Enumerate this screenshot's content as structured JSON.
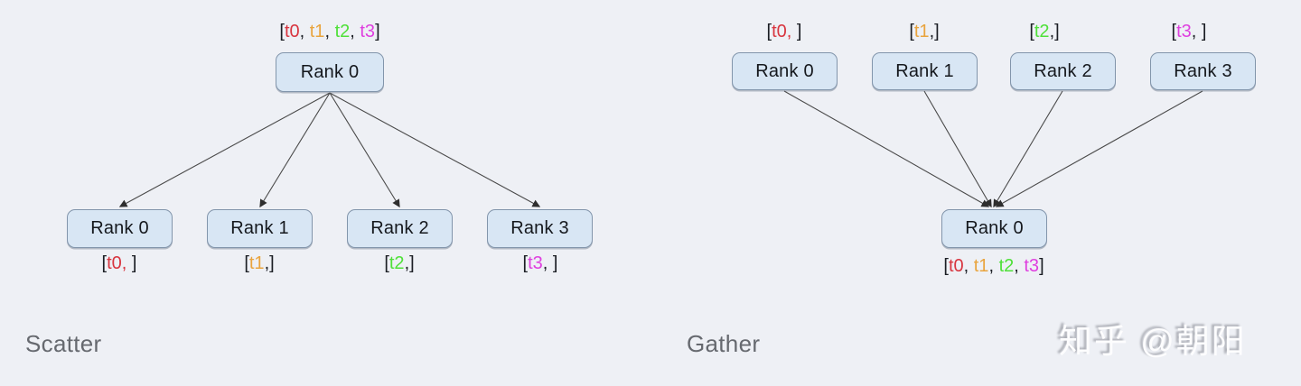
{
  "palette": {
    "t0": "#d8353f",
    "t1": "#e9a43e",
    "t2": "#4fe039",
    "t3": "#df3fdf",
    "bracket": "#1b1e24",
    "node_fill": "#d8e6f4",
    "node_border": "#8295ab",
    "background": "#eef0f5"
  },
  "scatter": {
    "caption": "Scatter",
    "source": {
      "label": "Rank 0",
      "tag": [
        {
          "text": "[",
          "color": "#1b1e24"
        },
        {
          "text": "t0",
          "color": "#d8353f"
        },
        {
          "text": ", ",
          "color": "#1b1e24"
        },
        {
          "text": "t1",
          "color": "#e9a43e"
        },
        {
          "text": ", ",
          "color": "#1b1e24"
        },
        {
          "text": "t2",
          "color": "#4fe039"
        },
        {
          "text": ", ",
          "color": "#1b1e24"
        },
        {
          "text": "t3",
          "color": "#df3fdf"
        },
        {
          "text": "]",
          "color": "#1b1e24"
        }
      ]
    },
    "targets": [
      {
        "label": "Rank 0",
        "tag": [
          {
            "text": "[",
            "color": "#1b1e24"
          },
          {
            "text": "t0,",
            "color": "#d8353f"
          },
          {
            "text": " ]",
            "color": "#1b1e24"
          }
        ]
      },
      {
        "label": "Rank 1",
        "tag": [
          {
            "text": "[",
            "color": "#1b1e24"
          },
          {
            "text": "t1",
            "color": "#e9a43e"
          },
          {
            "text": ",]",
            "color": "#1b1e24"
          }
        ]
      },
      {
        "label": "Rank 2",
        "tag": [
          {
            "text": "[",
            "color": "#1b1e24"
          },
          {
            "text": "t2",
            "color": "#4fe039"
          },
          {
            "text": ",]",
            "color": "#1b1e24"
          }
        ]
      },
      {
        "label": "Rank 3",
        "tag": [
          {
            "text": "[",
            "color": "#1b1e24"
          },
          {
            "text": "t3",
            "color": "#df3fdf"
          },
          {
            "text": ", ]",
            "color": "#1b1e24"
          }
        ]
      }
    ]
  },
  "gather": {
    "caption": "Gather",
    "sources": [
      {
        "label": "Rank 0",
        "tag": [
          {
            "text": "[",
            "color": "#1b1e24"
          },
          {
            "text": "t0,",
            "color": "#d8353f"
          },
          {
            "text": " ]",
            "color": "#1b1e24"
          }
        ]
      },
      {
        "label": "Rank 1",
        "tag": [
          {
            "text": "[",
            "color": "#1b1e24"
          },
          {
            "text": "t1",
            "color": "#e9a43e"
          },
          {
            "text": ",]",
            "color": "#1b1e24"
          }
        ]
      },
      {
        "label": "Rank 2",
        "tag": [
          {
            "text": "[",
            "color": "#1b1e24"
          },
          {
            "text": "t2",
            "color": "#4fe039"
          },
          {
            "text": ",]",
            "color": "#1b1e24"
          }
        ]
      },
      {
        "label": "Rank 3",
        "tag": [
          {
            "text": "[",
            "color": "#1b1e24"
          },
          {
            "text": "t3",
            "color": "#df3fdf"
          },
          {
            "text": ", ]",
            "color": "#1b1e24"
          }
        ]
      }
    ],
    "target": {
      "label": "Rank 0",
      "tag": [
        {
          "text": "[",
          "color": "#1b1e24"
        },
        {
          "text": "t0",
          "color": "#d8353f"
        },
        {
          "text": ", ",
          "color": "#1b1e24"
        },
        {
          "text": "t1",
          "color": "#e9a43e"
        },
        {
          "text": ", ",
          "color": "#1b1e24"
        },
        {
          "text": "t2",
          "color": "#4fe039"
        },
        {
          "text": ", ",
          "color": "#1b1e24"
        },
        {
          "text": "t3",
          "color": "#df3fdf"
        },
        {
          "text": "]",
          "color": "#1b1e24"
        }
      ]
    }
  },
  "watermark": {
    "text": "知乎 @朝阳"
  }
}
